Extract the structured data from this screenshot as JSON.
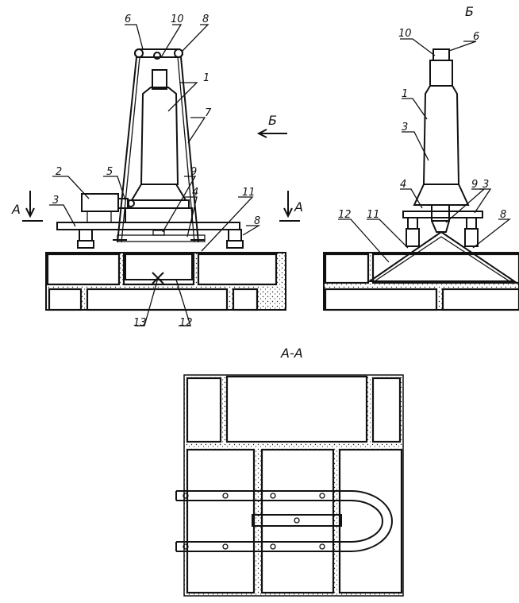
{
  "front": {
    "labels": {
      "l6": "6",
      "l10": "10",
      "l8top": "8",
      "l1": "1",
      "l7": "7",
      "l2": "2",
      "l5": "5",
      "l3": "3",
      "l9": "9",
      "l4": "4",
      "l11": "11",
      "l8": "8",
      "l13": "13",
      "l12": "12"
    },
    "section_mark_left": "А",
    "section_mark_right": "А",
    "view_arrow": "Б"
  },
  "side": {
    "title": "Б",
    "labels": {
      "l10": "10",
      "l6": "6",
      "l1": "1",
      "l3a": "3",
      "l4": "4",
      "l9": "9",
      "l3b": "3",
      "l12": "12",
      "l11": "11",
      "l8": "8"
    }
  },
  "section": {
    "title": "А-А"
  }
}
